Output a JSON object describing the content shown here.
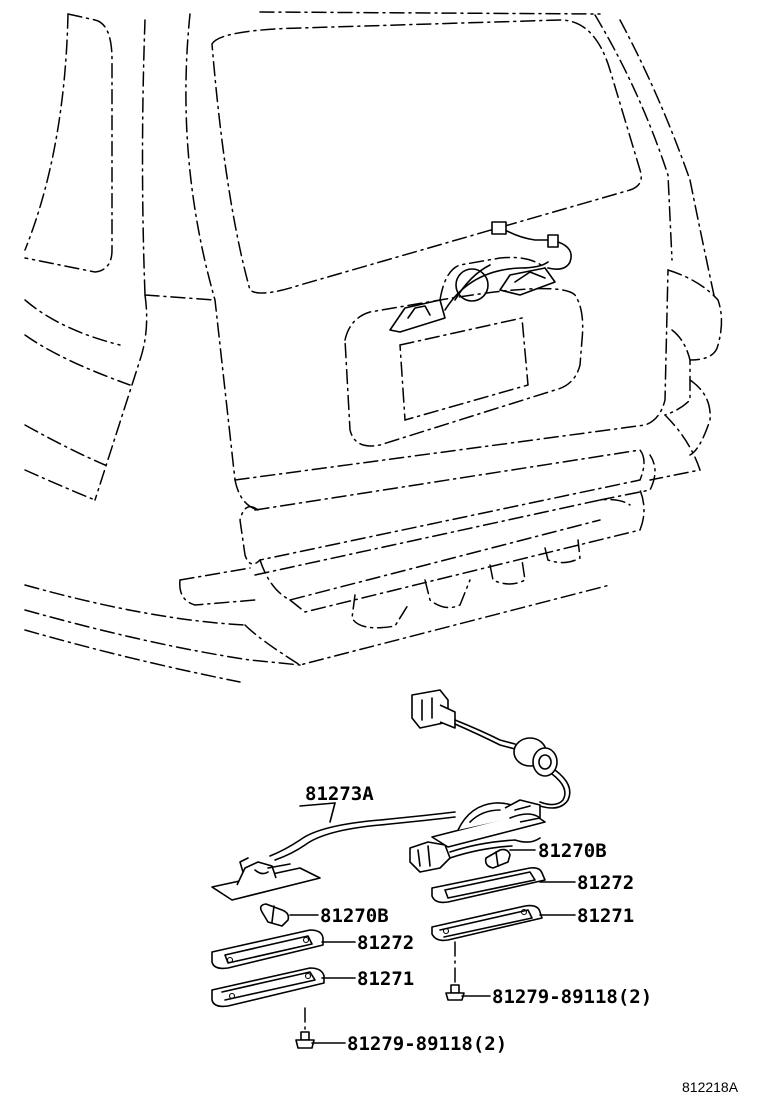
{
  "parts": [
    {
      "id": "harness",
      "number": "81273A"
    },
    {
      "id": "bulb-right",
      "number": "81270B"
    },
    {
      "id": "gasket-right",
      "number": "81272"
    },
    {
      "id": "lens-right",
      "number": "81271"
    },
    {
      "id": "screw-right",
      "number": "81279-89118(2)"
    },
    {
      "id": "bulb-left",
      "number": "81270B"
    },
    {
      "id": "gasket-left",
      "number": "81272"
    },
    {
      "id": "lens-left",
      "number": "81271"
    },
    {
      "id": "screw-left",
      "number": "81279-89118(2)"
    }
  ],
  "figure_ref": "812218A"
}
